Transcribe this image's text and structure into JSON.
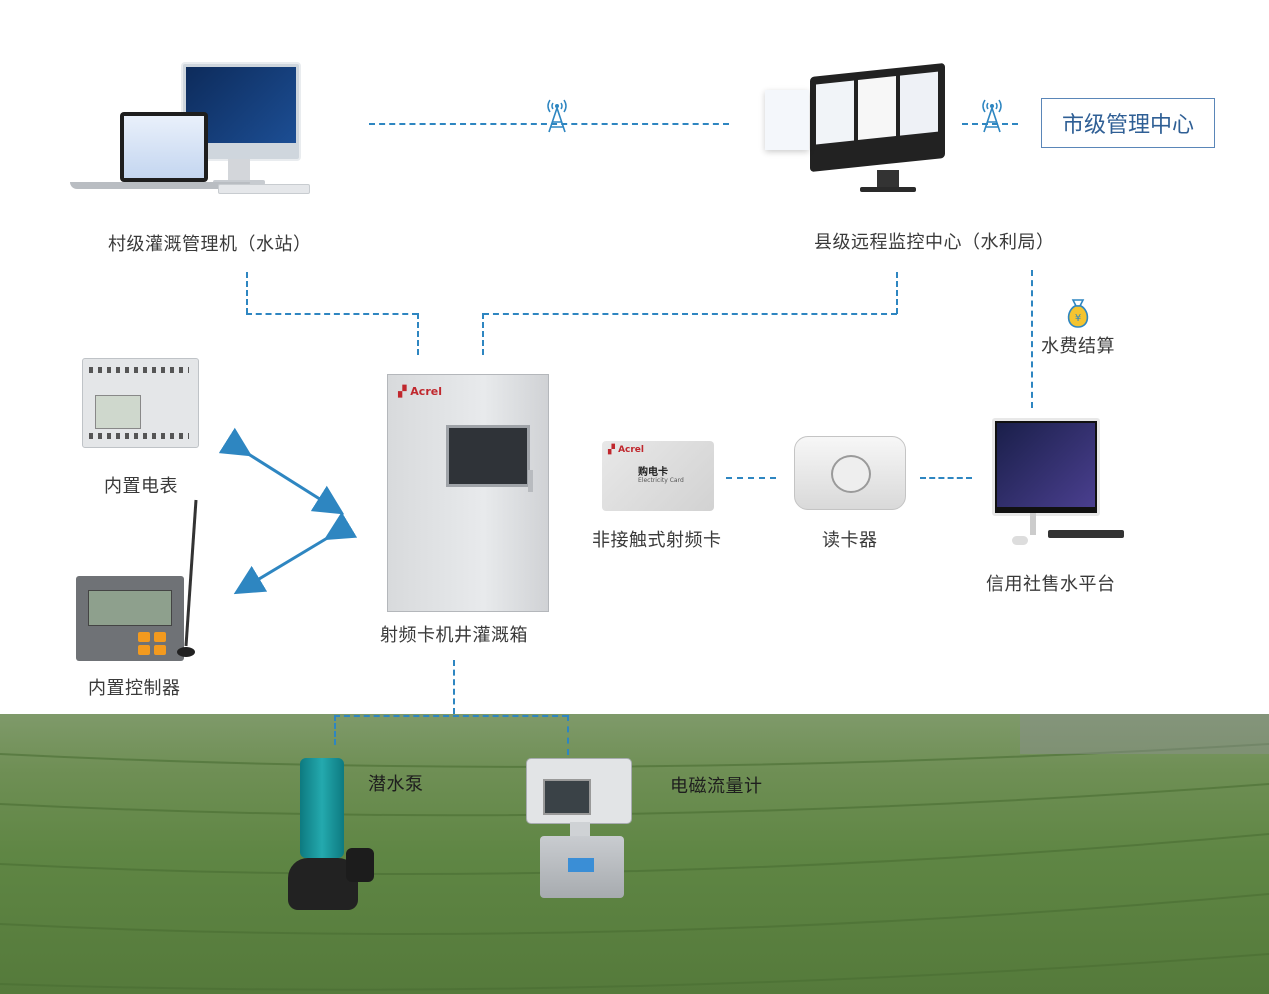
{
  "nodes": {
    "village_station": "村级灌溉管理机（水站）",
    "county_center": "县级远程监控中心（水利局）",
    "city_center": "市级管理中心",
    "water_fee": "水费结算",
    "builtin_meter": "内置电表",
    "builtin_controller": "内置控制器",
    "irrigation_box": "射频卡机井灌溉箱",
    "rf_card": "非接触式射频卡",
    "card_reader": "读卡器",
    "water_platform": "信用社售水平台",
    "pump": "潜水泵",
    "flowmeter": "电磁流量计"
  },
  "device_text": {
    "brand": "Acrel",
    "card_title": "购电卡",
    "card_subtitle": "Electricity Card"
  },
  "colors": {
    "connector": "#2e86c1",
    "arrow": "#2e86c1",
    "city_box_border": "#5a86b8",
    "field": "#5f8644"
  }
}
